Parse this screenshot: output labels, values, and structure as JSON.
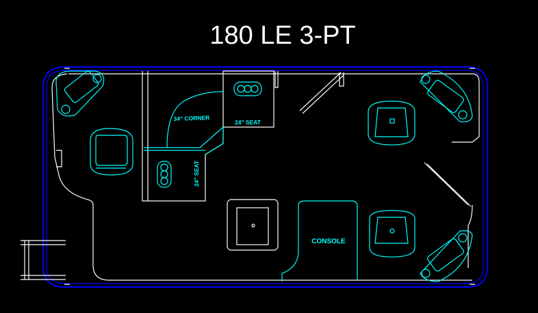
{
  "title": "180 LE 3-PT",
  "labels": {
    "corner": "34\" CORNER",
    "seat_top": "24\" SEAT",
    "seat_side": "24\" SEAT",
    "console": "CONSOLE"
  },
  "colors": {
    "background": "#000000",
    "hull_outline": "#0000ff",
    "deck_lines": "#ffffff",
    "furniture": "#00ffff",
    "title": "#ffffff"
  }
}
